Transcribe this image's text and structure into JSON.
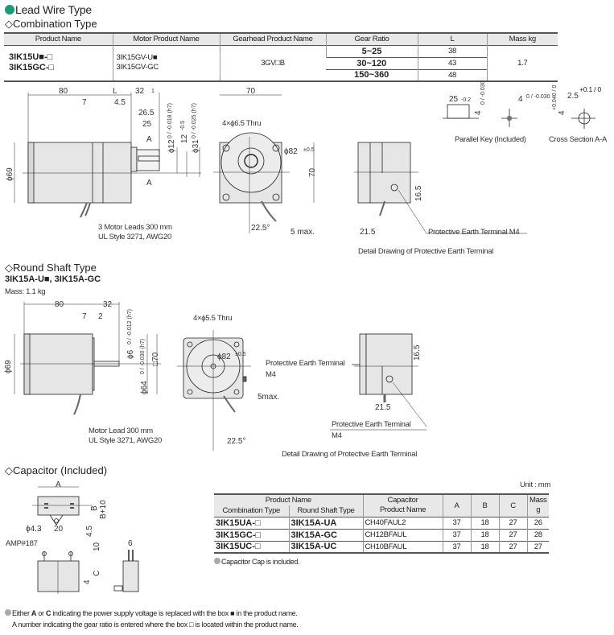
{
  "title": "Lead Wire Type",
  "combination": {
    "heading": "◇Combination Type",
    "headers": [
      "Product Name",
      "Motor Product Name",
      "Gearhead Product Name",
      "Gear Ratio",
      "L",
      "Mass kg"
    ],
    "product_names": [
      "3IK15U■-□",
      "3IK15GC-□"
    ],
    "motor_names": [
      "3IK15GV-U■",
      "3IK15GV-GC"
    ],
    "gearhead": "3GV□B",
    "rows": [
      {
        "ratio": "5~25",
        "L": "38"
      },
      {
        "ratio": "30~120",
        "L": "43"
      },
      {
        "ratio": "150~360",
        "L": "48"
      }
    ],
    "mass": "1.7"
  },
  "drawing1": {
    "d80": "80",
    "dL": "L",
    "d32": "32",
    "d1": "1",
    "d7": "7",
    "d45": "4.5",
    "d265": "26.5",
    "d25": "25",
    "phi12": "ϕ12",
    "phi12_tol": "0 / -0.018 (h7)",
    "d12": "12",
    "d12_tol": "-0.5",
    "phi31": "ϕ31",
    "phi31_tol": "0 / -0.025 (h7)",
    "secA": "A",
    "phi69": "ϕ69",
    "leads1": "3 Motor Leads 300 mm",
    "leads2": "UL Style 3271, AWG20",
    "d70": "70",
    "thru": "4×ϕ6.5 Thru",
    "phi82": "ϕ82",
    "phi82_tol": "±0.5",
    "d70v": "70",
    "angle": "22.5°",
    "max5": "5 max.",
    "key_25": "25",
    "key_02": "-0.2",
    "key_4": "4",
    "key_4tol": "0 / -0.030",
    "key_tol2": "0 / -0.030",
    "key_caption": "Parallel Key (Included)",
    "cs_4": "4",
    "cs_4tol": "+0.040 / 0",
    "cs_25": "2.5",
    "cs_25tol": "+0.1 / 0",
    "cs_caption": "Cross Section A-A",
    "pe_165": "16.5",
    "pe_215": "21.5",
    "pe_label": "Protective Earth Terminal M4",
    "pe_caption": "Detail Drawing of Protective Earth Terminal"
  },
  "round": {
    "heading": "◇Round Shaft Type",
    "products": "3IK15A-U■, 3IK15A-GC",
    "mass": "Mass: 1.1 kg",
    "d80": "80",
    "d32": "32",
    "d7": "7",
    "d2": "2",
    "phi6": "ϕ6",
    "phi6_tol": "0 / -0.012 (h7)",
    "phi64": "ϕ64",
    "phi64_tol": "0 / -0.030 (h7)",
    "sq70": "□70",
    "phi69": "ϕ69",
    "lead1": "Motor Lead 300 mm",
    "lead2": "UL Style 3271, AWG20",
    "thru": "4×ϕ5.5 Thru",
    "phi82": "ϕ82",
    "phi82_tol": "±0.5",
    "pe1": "Protective Earth Terminal",
    "pe1b": "M4",
    "max5": "5max.",
    "angle": "22.5°",
    "pe_165": "16.5",
    "pe_215": "21.5",
    "pe2": "Protective Earth Terminal",
    "pe2b": "M4",
    "pe_caption": "Detail Drawing of Protective Earth Terminal"
  },
  "capacitor": {
    "heading": "◇Capacitor (Included)",
    "dA": "A",
    "dB": "B",
    "dB10": "B+10",
    "d45": "4.5",
    "phi43": "ϕ4.3",
    "d20": "20",
    "amp": "AMP#187",
    "d10": "10",
    "dC": "C",
    "d4": "4",
    "d6": "6",
    "unit": "Unit : mm",
    "h_product": "Product Name",
    "h_comb": "Combination Type",
    "h_round": "Round Shaft Type",
    "h_cap1": "Capacitor",
    "h_cap2": "Product Name",
    "h_A": "A",
    "h_B": "B",
    "h_C": "C",
    "h_mass1": "Mass",
    "h_mass2": "g",
    "rows": [
      {
        "comb": "3IK15UA-□",
        "round": "3IK15A-UA",
        "cap": "CH40FAUL2",
        "A": "37",
        "B": "18",
        "C": "27",
        "mass": "26"
      },
      {
        "comb": "3IK15GC-□",
        "round": "3IK15A-GC",
        "cap": "CH12BFAUL",
        "A": "37",
        "B": "18",
        "C": "27",
        "mass": "28"
      },
      {
        "comb": "3IK15UC-□",
        "round": "3IK15A-UC",
        "cap": "CH10BFAUL",
        "A": "37",
        "B": "18",
        "C": "27",
        "mass": "27"
      }
    ],
    "cap_note": "Capacitor Cap is included."
  },
  "footer": {
    "n1a": "Either ",
    "n1A": "A",
    "n1b": " or ",
    "n1C": "C",
    "n1c": " indicating the power supply voltage is replaced with the box ■ in the product name.",
    "n2": "A number indicating the gear ratio is entered where the box □ is located within the product name."
  }
}
